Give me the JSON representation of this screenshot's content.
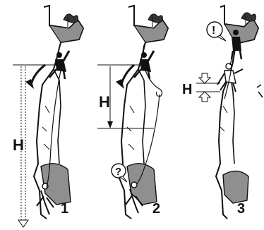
{
  "panels": [
    {
      "number": "1",
      "height_label": "H"
    },
    {
      "number": "2",
      "height_label": "H",
      "bubble": "?"
    },
    {
      "number": "3",
      "height_label": "H",
      "bubble": "!"
    }
  ],
  "colors": {
    "ink": "#111111",
    "rock_shade": "#8f8f8f",
    "rock_dark": "#6e6e6e",
    "paper": "#ffffff"
  }
}
